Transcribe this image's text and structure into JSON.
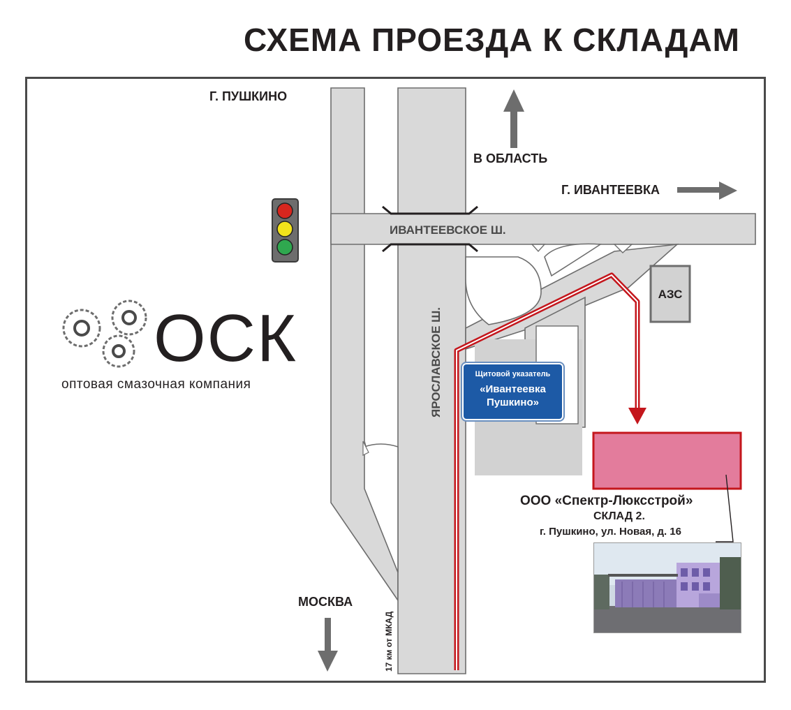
{
  "title": "СХЕМА ПРОЕЗДА К СКЛАДАМ",
  "labels": {
    "pushkino": "Г. ПУШКИНО",
    "to_region": "В ОБЛАСТЬ",
    "ivanteevka": "Г. ИВАНТЕЕВКА",
    "moscow": "МОСКВА",
    "ivanteevskoe_road": "ИВАНТЕЕВСКОЕ Ш.",
    "yaroslavskoe_road": "ЯРОСЛАВСКОЕ Ш.",
    "km_marker": "17 км от МКАД",
    "gas_station": "АЗС"
  },
  "sign": {
    "line1": "Щитовой указатель",
    "line2": "«Ивантеевка",
    "line3": "Пушкино»"
  },
  "logo": {
    "name": "ОСК",
    "subtitle": "оптовая смазочная компания"
  },
  "destination": {
    "company": "ООО «Спектр-Люксстрой»",
    "warehouse": "СКЛАД 2.",
    "address": "г.  Пушкино, ул. Новая, д. 16"
  },
  "colors": {
    "road": "#d9d9d9",
    "road_edge": "#6d6d6d",
    "route": "#c4161c",
    "warehouse": "#e37c9c",
    "sign_bg": "#1d5aa6",
    "traffic_red": "#d7261e",
    "traffic_yellow": "#f2e21b",
    "traffic_green": "#2fa84f"
  },
  "icons": [
    "traffic-light-icon",
    "gears-icon",
    "arrow-up-icon",
    "arrow-right-icon",
    "arrow-down-icon"
  ]
}
